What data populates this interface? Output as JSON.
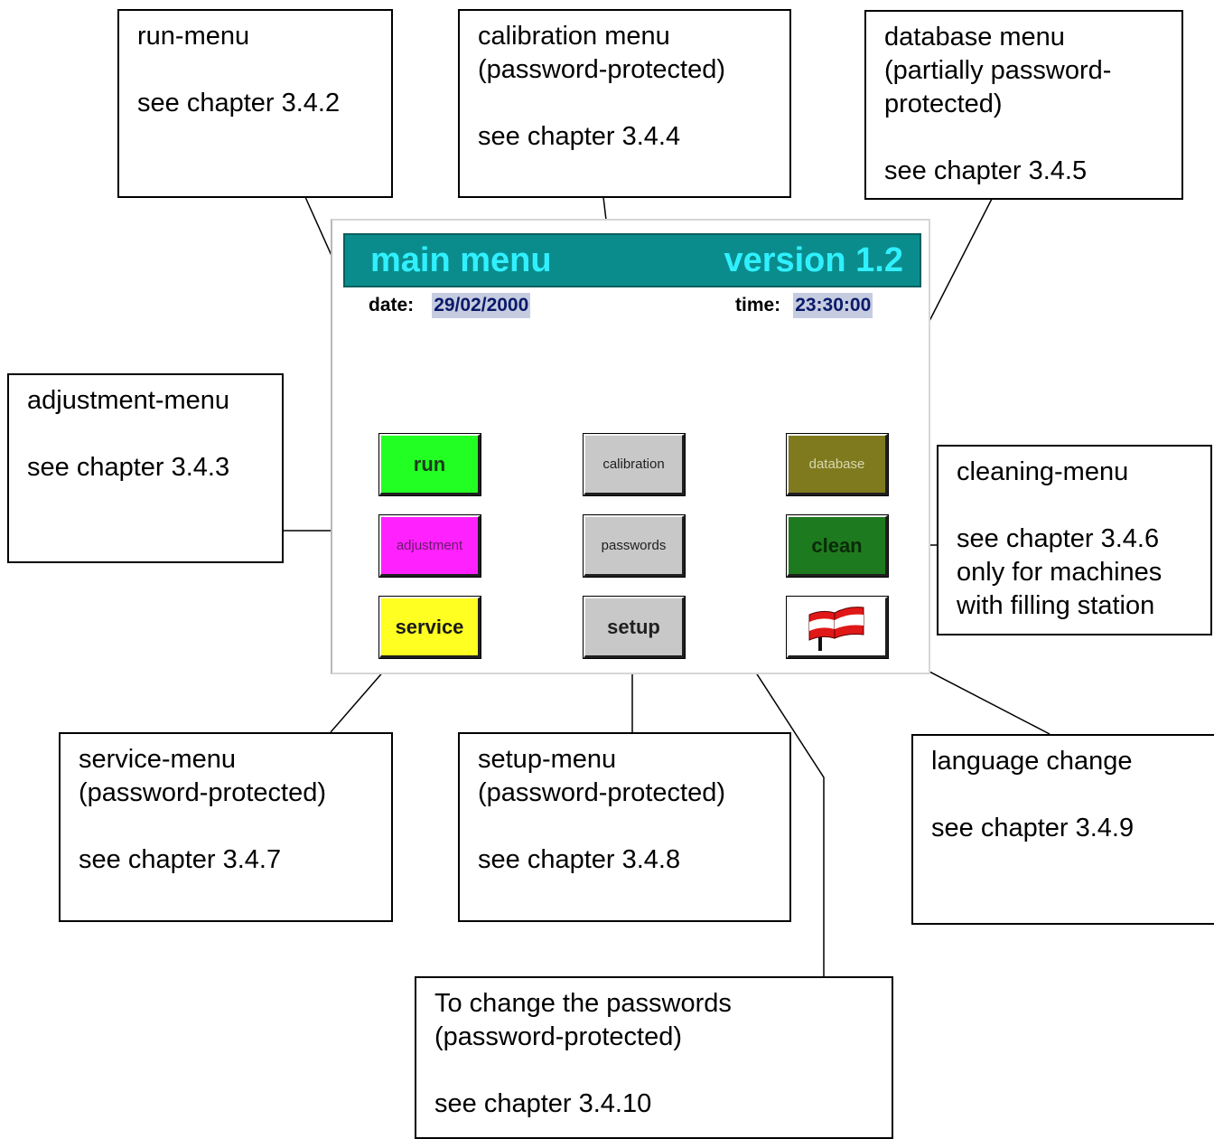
{
  "screen": {
    "title": "main menu",
    "version": "version 1.2",
    "date_label": "date:",
    "date_value": "29/02/2000",
    "time_label": "time:",
    "time_value": "23:30:00",
    "colors": {
      "title_bar": "#0b8c8c",
      "title_text": "#30f0ff",
      "run": "#22ff22",
      "adjustment": "#ff22ff",
      "service": "#ffff22",
      "calibration": "#c8c8c8",
      "passwords": "#c8c8c8",
      "setup": "#c8c8c8",
      "database": "#7f7a1e",
      "clean": "#1e7a1e",
      "flag_red": "#e01818"
    },
    "buttons": {
      "run": "run",
      "calibration": "calibration",
      "database": "database",
      "adjustment": "adjustment",
      "passwords": "passwords",
      "clean": "clean",
      "service": "service",
      "setup": "setup",
      "language_icon": "flag-icon"
    }
  },
  "callouts": {
    "run": {
      "title": "run-menu",
      "ref": "see chapter 3.4.2"
    },
    "calibration": {
      "title": "calibration menu",
      "note": "(password-protected)",
      "ref": "see chapter 3.4.4"
    },
    "database": {
      "title": "database menu",
      "note1": "(partially password-",
      "note2": "protected)",
      "ref": "see chapter 3.4.5"
    },
    "adjustment": {
      "title": "adjustment-menu",
      "ref": "see chapter 3.4.3"
    },
    "cleaning": {
      "title": "cleaning-menu",
      "ref": "see chapter 3.4.6",
      "note1": "only for machines",
      "note2": "with filling station"
    },
    "service": {
      "title": "service-menu",
      "note": "(password-protected)",
      "ref": "see chapter 3.4.7"
    },
    "setup": {
      "title": "setup-menu",
      "note": "(password-protected)",
      "ref": "see chapter 3.4.8"
    },
    "language": {
      "title": "language change",
      "ref": "see chapter 3.4.9"
    },
    "passwords": {
      "title": "To change the passwords",
      "note": "(password-protected)",
      "ref": "see chapter 3.4.10"
    }
  }
}
